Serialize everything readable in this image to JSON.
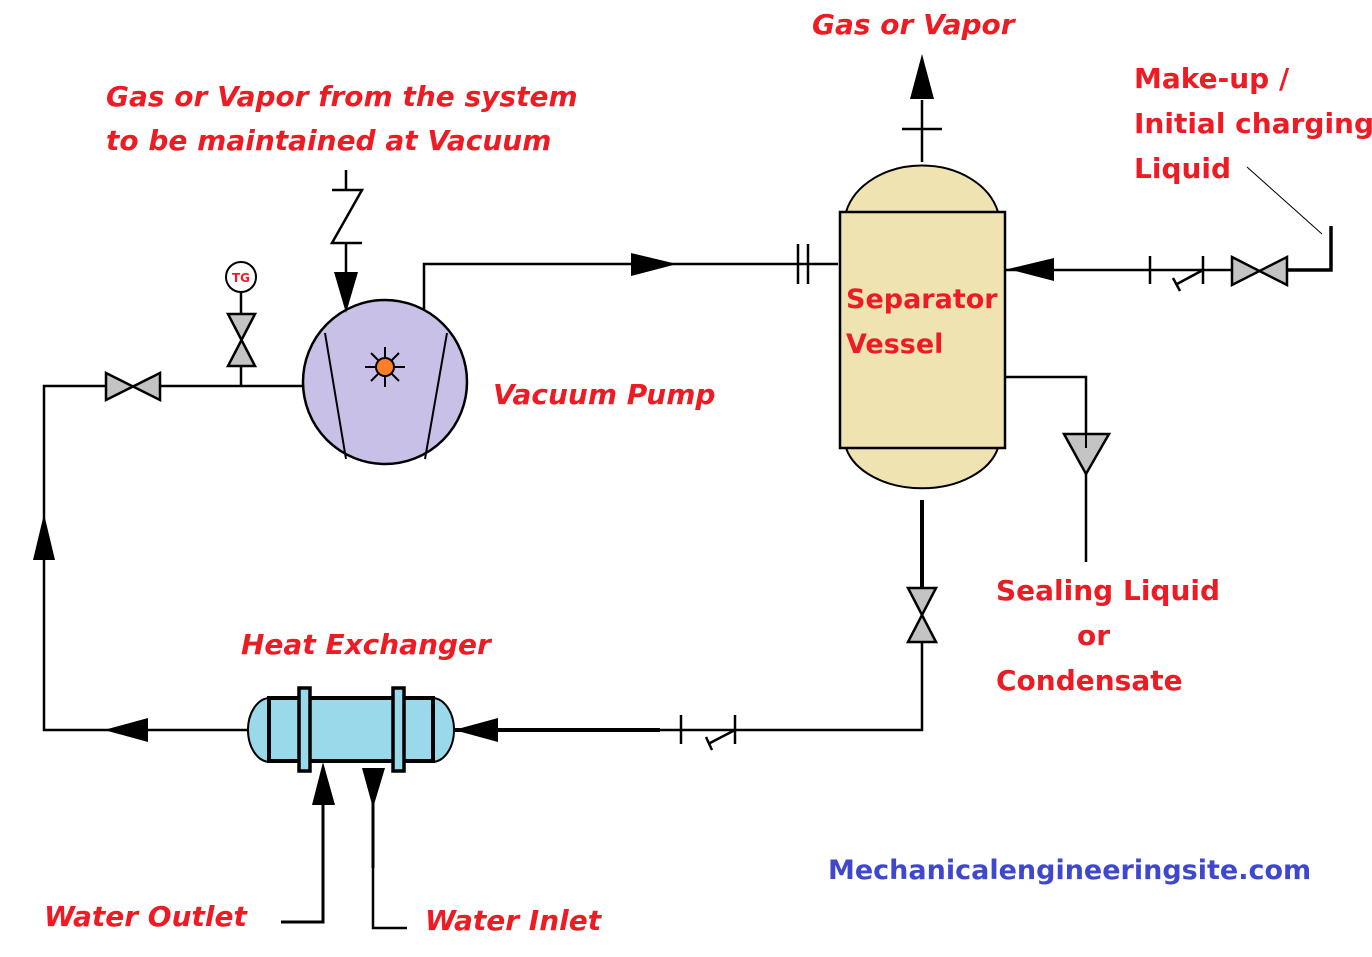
{
  "diagram": {
    "title": "Liquid Ring Vacuum Pump System",
    "colors": {
      "label": "#ed1c24",
      "watermark": "#3f48cc",
      "pump_fill": "#c8c0e6",
      "vessel_fill": "#efe3b1",
      "exchanger_fill": "#9ad9ea",
      "valve_fill": "#c3c3c3",
      "indicator_fill": "#ff7f27",
      "line": "#000000"
    },
    "labels": {
      "gas_vapor_outlet": "Gas or Vapor",
      "system_inlet_line1": "Gas or Vapor from the system",
      "system_inlet_line2": "to be maintained at Vacuum",
      "makeup_line1": "Make-up /",
      "makeup_line2": "Initial charging",
      "makeup_line3": "Liquid",
      "separator_line1": "Separator",
      "separator_line2": "Vessel",
      "vacuum_pump": "Vacuum Pump",
      "sealing_line1": "Sealing Liquid",
      "sealing_line2": "or",
      "sealing_line3": "Condensate",
      "heat_exchanger": "Heat Exchanger",
      "water_outlet": "Water Outlet",
      "water_inlet": "Water Inlet",
      "temperature_gauge": "TG"
    },
    "watermark": "Mechanicalengineeringsite.com"
  }
}
